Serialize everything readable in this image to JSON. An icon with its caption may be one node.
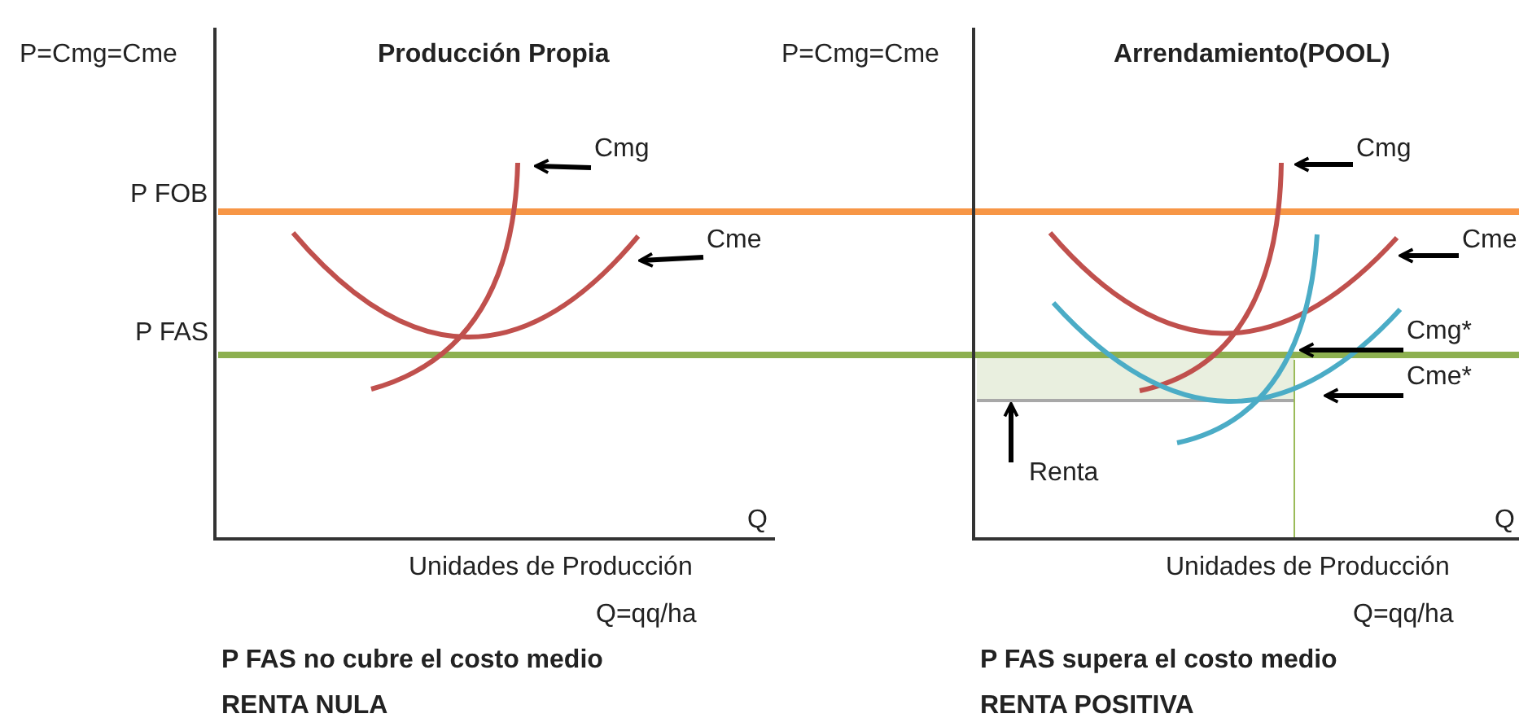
{
  "diagram": {
    "nodes": [
      {
        "text": [
          "Cmg"
        ]
      },
      {
        "text": [
          "Cme"
        ]
      },
      {
        "text": [
          "Cmg"
        ]
      },
      {
        "text": [
          "Cme"
        ]
      },
      {
        "text": [
          "Cmg*"
        ]
      },
      {
        "text": [
          "Cme*"
        ]
      },
      {
        "text": [
          "Renta"
        ]
      },
      {
        "text": [],
        "shape": "curve"
      },
      {
        "text": [],
        "shape": "curve"
      },
      {
        "text": [],
        "shape": "curve"
      },
      {
        "text": [],
        "shape": "curve"
      },
      {
        "text": [],
        "shape": "curve"
      },
      {
        "text": [],
        "shape": "curve"
      },
      {
        "text": [],
        "shape": "box"
      }
    ],
    "edges": [
      {
        "from": 0,
        "to": 8,
        "arrow": "to"
      },
      {
        "from": 1,
        "to": 7,
        "arrow": "to"
      },
      {
        "from": 2,
        "to": 10,
        "arrow": "to"
      },
      {
        "from": 3,
        "to": 9,
        "arrow": "to"
      },
      {
        "from": 4,
        "to": 12,
        "arrow": "to"
      },
      {
        "from": 5,
        "to": 11,
        "arrow": "to"
      },
      {
        "from": 6,
        "to": 13,
        "arrow": "to"
      }
    ],
    "labels": [
      "P=Cmg=Cme",
      "Producción Propia",
      "P=Cmg=Cme",
      "Arrendamiento(POOL)",
      "P FOB",
      "P FAS",
      "Q",
      "Q",
      "Unidades de Producción",
      "Unidades de Producción",
      "Q=qq/ha",
      "Q=qq/ha",
      "P FAS no cubre el costo medio",
      "P FAS supera el costo medio",
      "RENTA NULA",
      "RENTA POSITIVA"
    ]
  }
}
